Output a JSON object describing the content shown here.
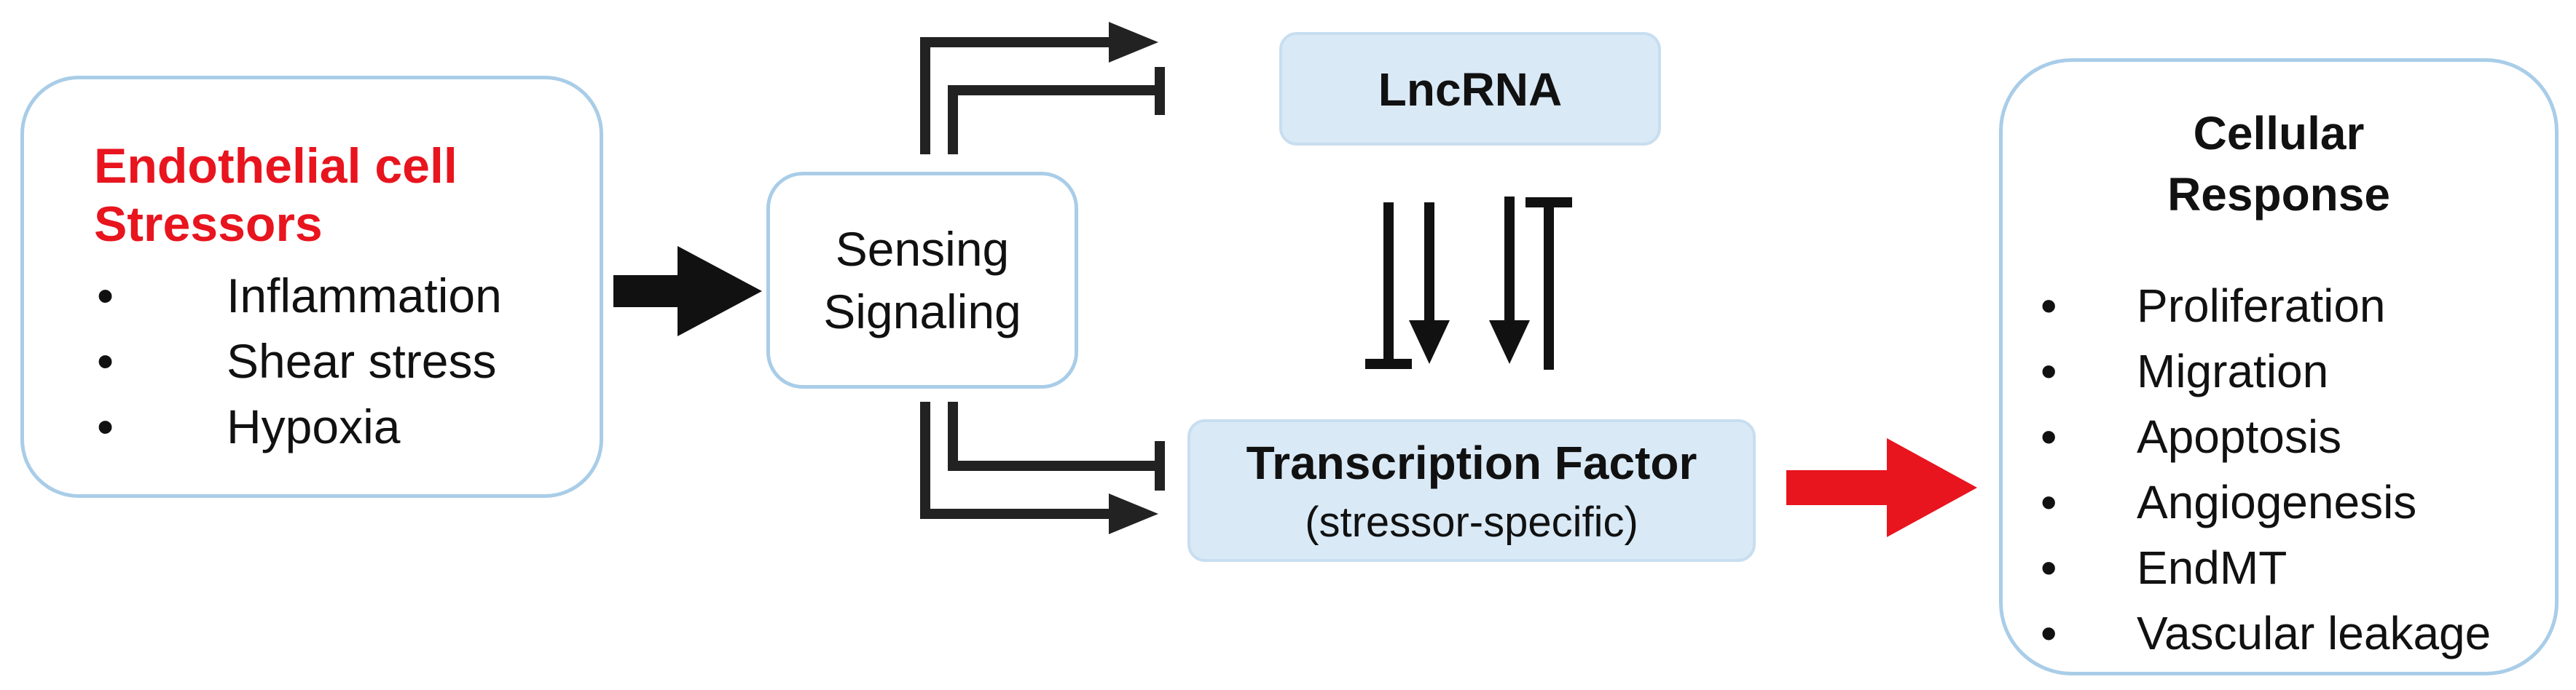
{
  "stressors": {
    "title_line1": "Endothelial cell",
    "title_line2": "Stressors",
    "bullet": "•",
    "items": [
      "Inflammation",
      "Shear stress",
      "Hypoxia"
    ]
  },
  "sensing": {
    "line1": "Sensing",
    "line2": "Signaling"
  },
  "lncrna": {
    "label": "LncRNA"
  },
  "transcription_factor": {
    "title": "Transcription Factor",
    "subtitle": "(stressor-specific)"
  },
  "response": {
    "title_line1": "Cellular",
    "title_line2": "Response",
    "bullet": "•",
    "items": [
      "Proliferation",
      "Migration",
      "Apoptosis",
      "Angiogenesis",
      "EndMT",
      "Vascular leakage"
    ]
  },
  "colors": {
    "stressor_title": "#e8141e",
    "box_outline": "#a9cde8",
    "box_fill": "#d9e9f6",
    "red_arrow": "#e8141e",
    "black_arrow": "#111111"
  }
}
